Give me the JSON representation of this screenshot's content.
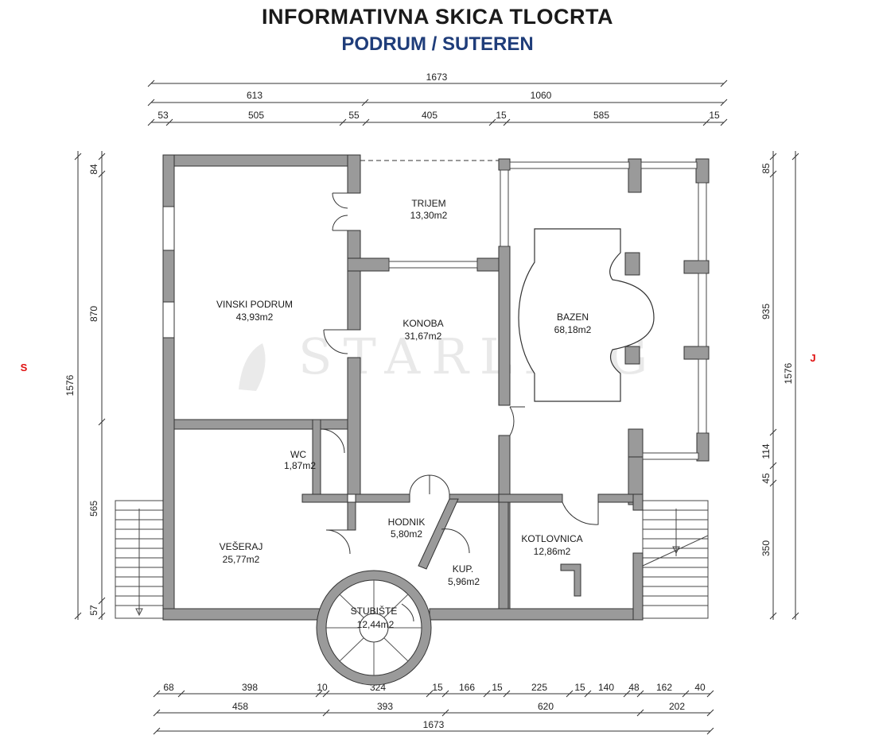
{
  "header": {
    "title": "INFORMATIVNA SKICA TLOCRTA",
    "subtitle": "PODRUM / SUTEREN"
  },
  "dimensions": {
    "top_total": "1673",
    "top_mid": [
      "613",
      "1060"
    ],
    "top_detail": [
      "53",
      "505",
      "55",
      "405",
      "15",
      "585",
      "15"
    ],
    "bottom_detail": [
      "68",
      "398",
      "10",
      "324",
      "15",
      "166",
      "15",
      "225",
      "15",
      "140",
      "48",
      "162",
      "40"
    ],
    "bottom_mid": [
      "458",
      "393",
      "620",
      "202"
    ],
    "bottom_total": "1673",
    "left_total": "1576",
    "left_detail": [
      "84",
      "870",
      "565",
      "57"
    ],
    "right_total": "1576",
    "right_detail": [
      "85",
      "935",
      "114",
      "45",
      "350"
    ]
  },
  "sides": {
    "left": "S",
    "right": "J"
  },
  "watermark": "STARLING",
  "rooms": {
    "trijem": {
      "name": "TRIJEM",
      "area": "13,30m2"
    },
    "vinski": {
      "name": "VINSKI PODRUM",
      "area": "43,93m2"
    },
    "konoba": {
      "name": "KONOBA",
      "area": "31,67m2"
    },
    "bazen": {
      "name": "BAZEN",
      "area": "68,18m2"
    },
    "wc": {
      "name": "WC",
      "area": "1,87m2"
    },
    "veseraj": {
      "name": "VEŠERAJ",
      "area": "25,77m2"
    },
    "hodnik": {
      "name": "HODNIK",
      "area": "5,80m2"
    },
    "kotlovnica": {
      "name": "KOTLOVNICA",
      "area": "12,86m2"
    },
    "kup": {
      "name": "KUP.",
      "area": "5,96m2"
    },
    "stubiste": {
      "name": "STUBIŠTE",
      "area": "12,44m2"
    }
  },
  "colors": {
    "wall": "#9a9a9a",
    "wall_stroke": "#333333",
    "subtitle": "#1f3d7a",
    "side_marker": "#e01010"
  }
}
